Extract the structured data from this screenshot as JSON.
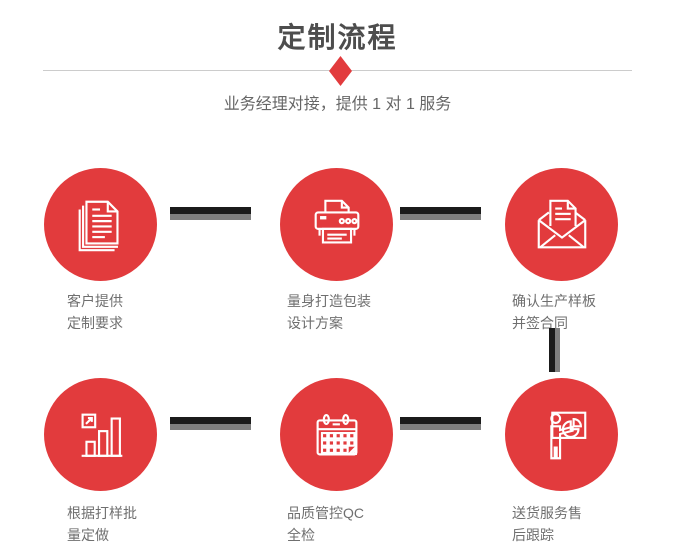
{
  "header": {
    "title": "定制流程",
    "subtitle": "业务经理对接，提供 1 对 1 服务"
  },
  "steps": [
    {
      "icon": "documents-icon",
      "line1": "客户提供",
      "line2": "定制要求"
    },
    {
      "icon": "printer-icon",
      "line1": "量身打造包装",
      "line2": "设计方案"
    },
    {
      "icon": "envelope-icon",
      "line1": "确认生产样板",
      "line2": "并签合同"
    },
    {
      "icon": "bar-chart-icon",
      "line1": "根据打样批",
      "line2": "量定做"
    },
    {
      "icon": "calendar-icon",
      "line1": "品质管控QC",
      "line2": "全检"
    },
    {
      "icon": "presentation-icon",
      "line1": "送货服务售",
      "line2": "后跟踪"
    }
  ],
  "colors": {
    "circle_red": "#e23b3d",
    "diamond_red": "#e23b3d",
    "title_text": "#4d4d4d",
    "body_text": "#6f6f6f",
    "divider": "#cccccc",
    "connector_dark": "#1b1b1b",
    "connector_gray": "#7f7f7f"
  }
}
